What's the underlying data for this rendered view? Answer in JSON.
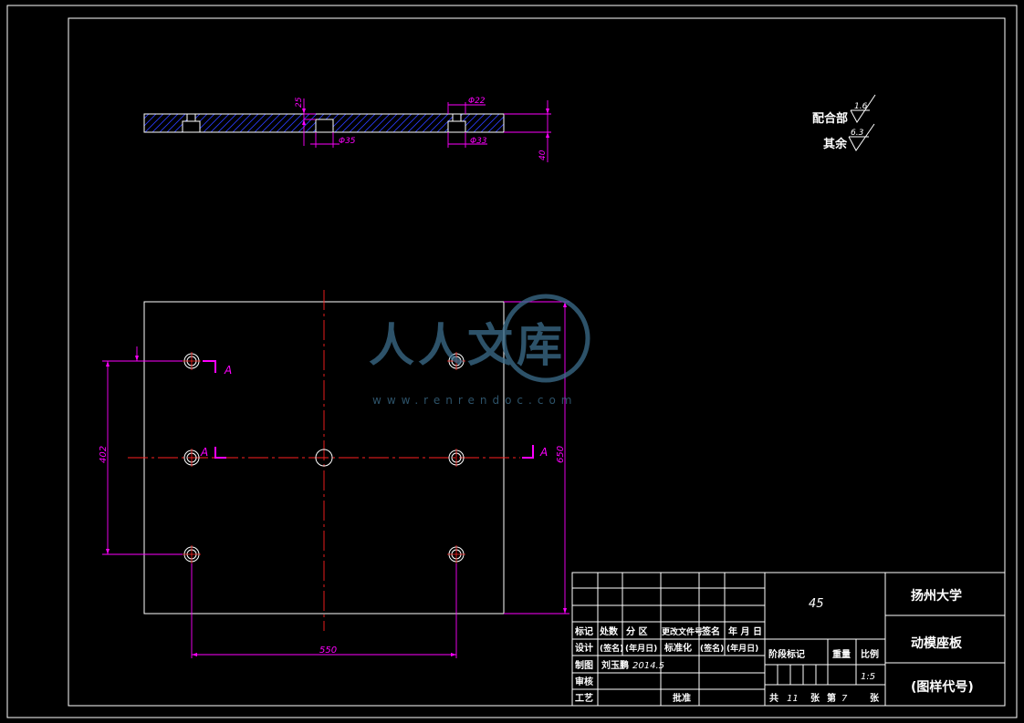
{
  "dimensions": {
    "d25": "25",
    "d_phi22": "Φ22",
    "d_phi35": "Φ35",
    "d_phi33": "Φ33",
    "d40": "40",
    "d402": "402",
    "d650": "650",
    "d550": "550"
  },
  "section_mark": "A",
  "roughness": {
    "mating_label": "配合部",
    "mating_value": "1.6",
    "other_label": "其余",
    "other_value": "6.3"
  },
  "watermark": {
    "text": "人人文库",
    "url": "www.renrendoc.com"
  },
  "title_block": {
    "headers": [
      "标记",
      "处数",
      "分 区",
      "更改文件号",
      "签名",
      "年 月 日"
    ],
    "design_label": "设计",
    "sign_placeholder": "(签名)",
    "date_placeholder": "(年月日)",
    "standardize_label": "标准化",
    "drafting_label": "制图",
    "drafter": "刘玉鹏",
    "draft_date": "2014.5",
    "review_label": "审核",
    "process_label": "工艺",
    "approve_label": "批准",
    "material": "45",
    "stage_label": "阶段标记",
    "weight_label": "重量",
    "scale_label": "比例",
    "scale": "1:5",
    "sheets_total_prefix": "共",
    "sheets_total": "11",
    "sheet_unit": "张",
    "sheet_no_prefix": "第",
    "sheet_no": "7",
    "sheet_unit2": "张",
    "school": "扬州大学",
    "part_name": "动模座板",
    "drawing_code": "(图样代号)"
  }
}
